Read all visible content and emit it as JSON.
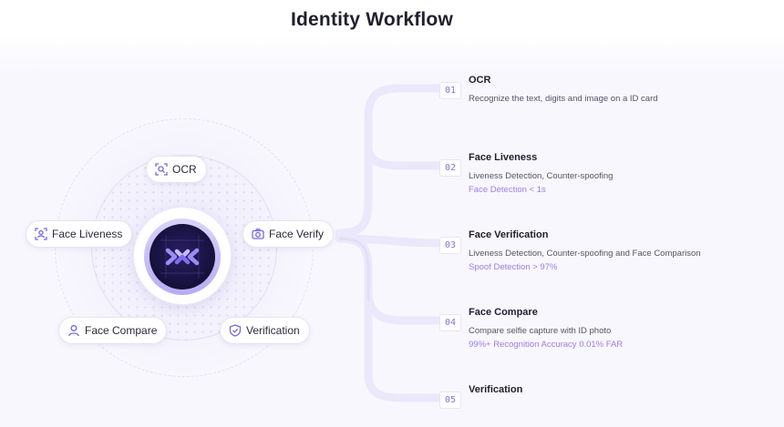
{
  "title": "Identity Workflow",
  "diagram": {
    "center_icon": "xdiv-logo-icon",
    "nodes": [
      {
        "label": "OCR",
        "icon": "scan-search-icon"
      },
      {
        "label": "Face Liveness",
        "icon": "face-scan-icon"
      },
      {
        "label": "Face Verify",
        "icon": "camera-icon"
      },
      {
        "label": "Face Compare",
        "icon": "user-icon"
      },
      {
        "label": "Verification",
        "icon": "shield-check-icon"
      }
    ]
  },
  "steps": [
    {
      "num": "01",
      "title": "OCR",
      "desc": "Recognize the text, digits and image on a ID card",
      "metric": ""
    },
    {
      "num": "02",
      "title": "Face Liveness",
      "desc": "Liveness Detection, Counter-spoofing",
      "metric": "Face Detection < 1s"
    },
    {
      "num": "03",
      "title": "Face Verification",
      "desc": "Liveness Detection, Counter-spoofing and Face Comparison",
      "metric": "Spoof Detection > 97%"
    },
    {
      "num": "04",
      "title": "Face Compare",
      "desc": "Compare selfie capture with ID photo",
      "metric": "99%+ Recognition Accuracy 0.01% FAR"
    },
    {
      "num": "05",
      "title": "Verification",
      "desc": "",
      "metric": ""
    }
  ],
  "colors": {
    "accent": "#8a6fe0",
    "connector": "#ebe8fb",
    "core_dark": "#14103a"
  }
}
